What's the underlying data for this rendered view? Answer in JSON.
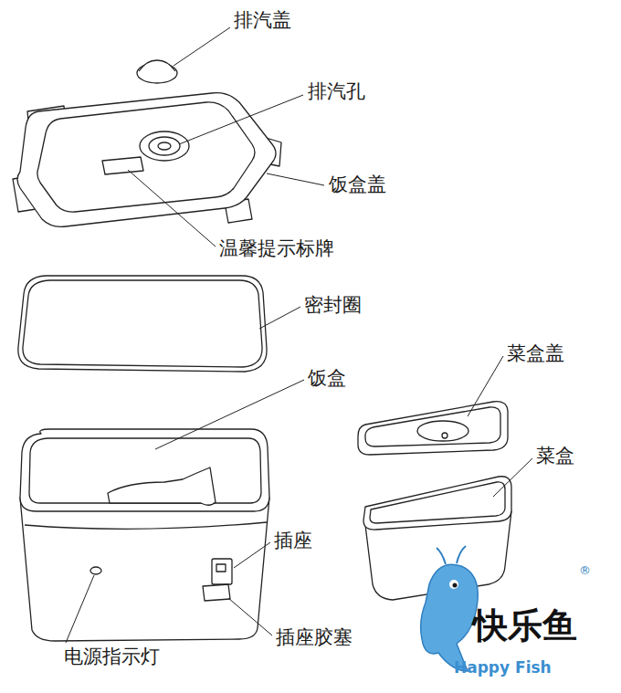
{
  "diagram": {
    "labels": [
      "排汽盖",
      "排汽孔",
      "饭盒盖",
      "温馨提示标牌",
      "密封圈",
      "饭盒",
      "菜盒盖",
      "菜盒",
      "插座",
      "插座胶塞",
      "电源指示灯",
      "快乐鱼",
      "Happy Fish",
      "®"
    ]
  }
}
